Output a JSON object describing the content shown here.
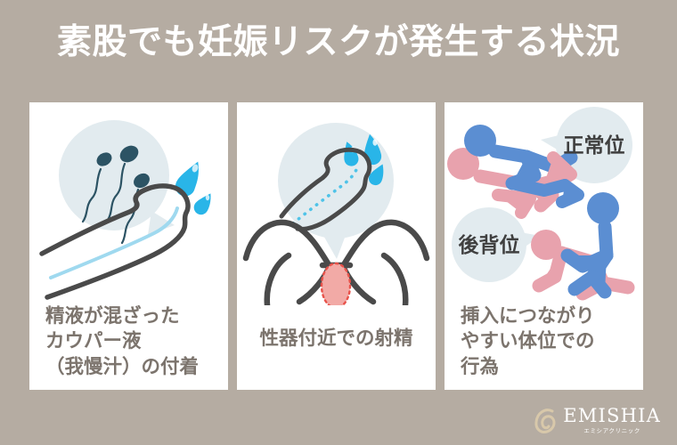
{
  "poster": {
    "title": "素股でも妊娠リスクが発生する状況",
    "background_color": "#b5aca2",
    "title_color": "#ffffff"
  },
  "cards": [
    {
      "id": "cowper-fluid",
      "caption": "精液が混ざった\nカウパー液\n（我慢汁）の付着",
      "caption_line1": "精液が混ざった",
      "caption_line2": "カウパー液",
      "caption_line3": "（我慢汁）の付着",
      "illustration": "sperm-bubble-penis-drip",
      "bubble_label": ""
    },
    {
      "id": "ejaculation-near-genitals",
      "caption": "性器付近での射精",
      "caption_line1": "性器付近での射精",
      "illustration": "ejaculation-near-vulva",
      "bubble_label": ""
    },
    {
      "id": "insertion-prone-positions",
      "caption": "挿入につながり\nやすい体位での\n行為",
      "caption_line1": "挿入につながり",
      "caption_line2": "やすい体位での",
      "caption_line3": "行為",
      "illustration": "two-sex-positions",
      "bubble_label_1": "正常位",
      "bubble_label_2": "後背位"
    }
  ],
  "logo": {
    "name": "EMISHIA",
    "sub": "エミシアクリニック",
    "mark": "e-monogram"
  },
  "colors": {
    "background": "#b5aca2",
    "card_background": "#ffffff",
    "caption_text": "#7c746d",
    "bubble_fill": "#e2ebef",
    "sperm": "#2c5364",
    "droplet": "#29b5e8",
    "outline": "#4a4a4a",
    "figure_blue": "#5b8ed2",
    "figure_pink": "#e8a2ad",
    "vulva_pink": "#f0aaa8",
    "vulva_dash": "#e8524a",
    "logo_gold": "#d6c6a8"
  }
}
